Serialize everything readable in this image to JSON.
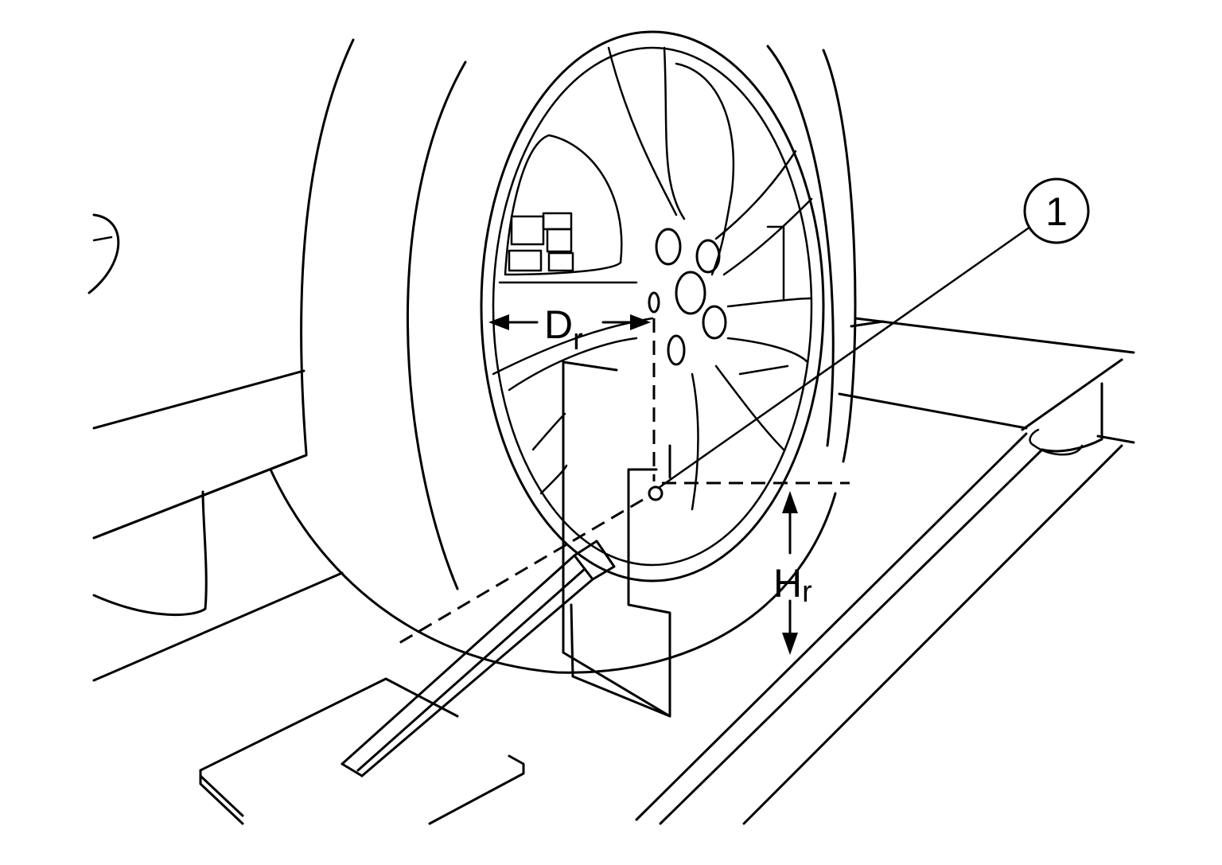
{
  "callouts": [
    {
      "id": "1",
      "text": "1"
    }
  ],
  "dimensions": {
    "dr": {
      "main": "D",
      "sub": "r"
    },
    "hr": {
      "main": "H",
      "sub": "r"
    }
  },
  "colors": {
    "line": "#000000",
    "background": "#ffffff"
  }
}
